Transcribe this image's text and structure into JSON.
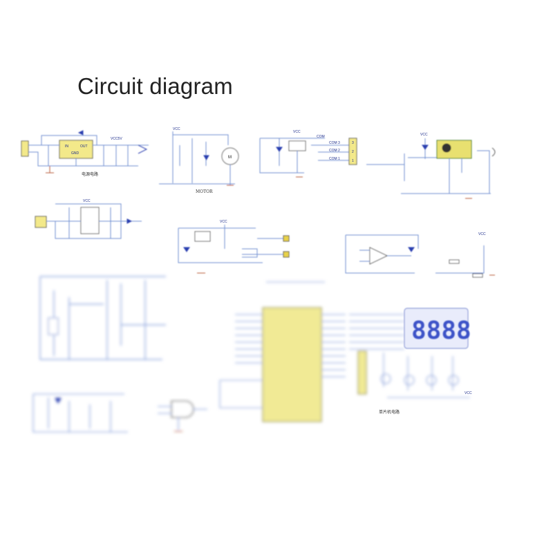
{
  "title": "Circuit diagram",
  "colors": {
    "wire": "#6f8fd0",
    "wire_dark": "#2a2a2a",
    "component_fill": "#f3e98a",
    "display_bg": "#e9ecfb",
    "display_digit": "#3c52c8",
    "ground": "#b85a3a",
    "led": "#2b3fb0"
  },
  "power_module": {
    "vcc_label": "VCC5V",
    "regulator": {
      "in": "IN",
      "out": "OUT",
      "gnd": "GND"
    },
    "caption": "电源电路"
  },
  "motor_module": {
    "vcc_label": "VCC",
    "motor_label": "M",
    "caption": "MOTOR"
  },
  "relay_module": {
    "vcc_label": "VCC",
    "com_labels": [
      "COM",
      "COM 3",
      "COM 2",
      "COM 1"
    ],
    "connector_pins": [
      "3",
      "2",
      "1"
    ]
  },
  "buzzer_module": {
    "vcc_label": "VCC"
  },
  "sensor_module_1": {
    "vcc_label": "VCC"
  },
  "sensor_module_2": {
    "vcc_label": "VCC"
  },
  "opamp_module": {
    "vcc_label": "VCC"
  },
  "mcu_module": {
    "vcc_label": "VCC",
    "display_digits": "8888",
    "caption": "单片机电路"
  }
}
